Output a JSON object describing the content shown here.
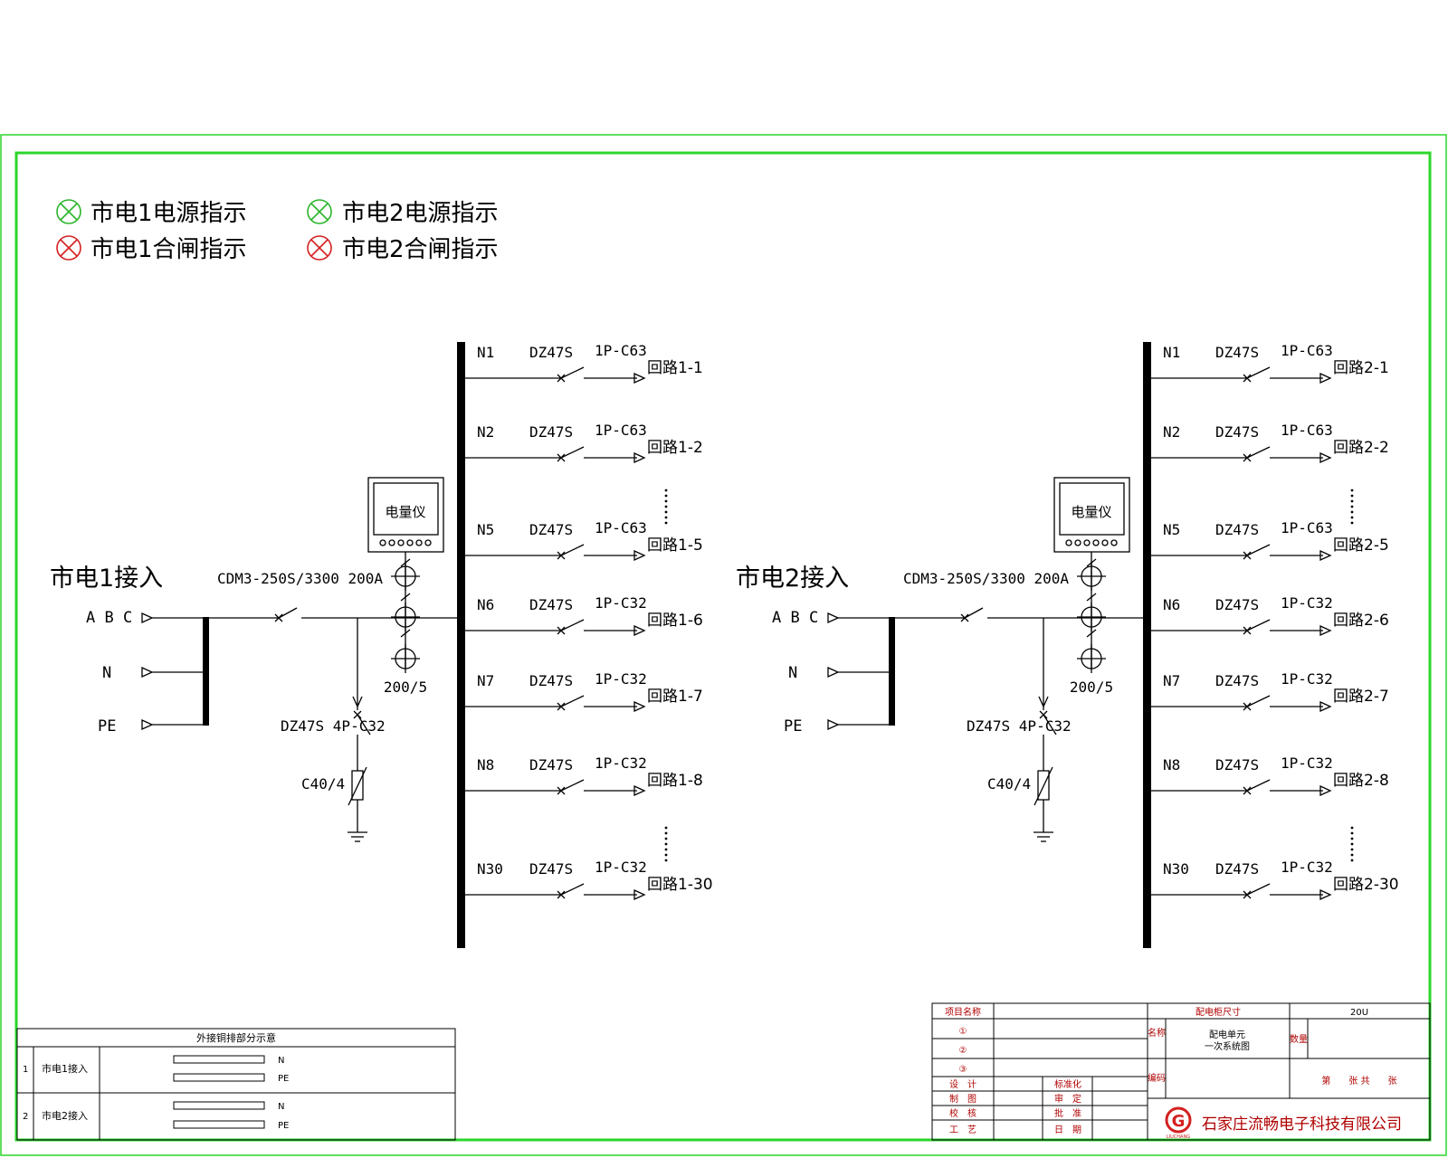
{
  "legend": {
    "power1": "市电1电源指示",
    "power2": "市电2电源指示",
    "close1": "市电1合闸指示",
    "close2": "市电2合闸指示",
    "green": "#2bb52b",
    "red": "#d42020"
  },
  "units": [
    {
      "title": "市电1接入",
      "phases": "A B C",
      "neutral": "N",
      "earth": "PE",
      "main_breaker": "CDM3-250S/3300 200A",
      "ct": "200/5",
      "meter": "电量仪",
      "spd_breaker": "DZ47S 4P-C32",
      "spd": "C40/4",
      "circuits": [
        {
          "n": "N1",
          "model": "DZ47S",
          "rating": "1P-C63",
          "label": "回路1-1"
        },
        {
          "n": "N2",
          "model": "DZ47S",
          "rating": "1P-C63",
          "label": "回路1-2"
        },
        {
          "n": "N5",
          "model": "DZ47S",
          "rating": "1P-C63",
          "label": "回路1-5"
        },
        {
          "n": "N6",
          "model": "DZ47S",
          "rating": "1P-C32",
          "label": "回路1-6"
        },
        {
          "n": "N7",
          "model": "DZ47S",
          "rating": "1P-C32",
          "label": "回路1-7"
        },
        {
          "n": "N8",
          "model": "DZ47S",
          "rating": "1P-C32",
          "label": "回路1-8"
        },
        {
          "n": "N30",
          "model": "DZ47S",
          "rating": "1P-C32",
          "label": "回路1-30"
        }
      ]
    },
    {
      "title": "市电2接入",
      "phases": "A B C",
      "neutral": "N",
      "earth": "PE",
      "main_breaker": "CDM3-250S/3300 200A",
      "ct": "200/5",
      "meter": "电量仪",
      "spd_breaker": "DZ47S 4P-C32",
      "spd": "C40/4",
      "circuits": [
        {
          "n": "N1",
          "model": "DZ47S",
          "rating": "1P-C63",
          "label": "回路2-1"
        },
        {
          "n": "N2",
          "model": "DZ47S",
          "rating": "1P-C63",
          "label": "回路2-2"
        },
        {
          "n": "N5",
          "model": "DZ47S",
          "rating": "1P-C63",
          "label": "回路2-5"
        },
        {
          "n": "N6",
          "model": "DZ47S",
          "rating": "1P-C32",
          "label": "回路2-6"
        },
        {
          "n": "N7",
          "model": "DZ47S",
          "rating": "1P-C32",
          "label": "回路2-7"
        },
        {
          "n": "N8",
          "model": "DZ47S",
          "rating": "1P-C32",
          "label": "回路2-8"
        },
        {
          "n": "N30",
          "model": "DZ47S",
          "rating": "1P-C32",
          "label": "回路2-30"
        }
      ]
    }
  ],
  "busbar_table": {
    "title": "外接铜排部分示意",
    "rows": [
      {
        "idx": "1",
        "name": "市电1接入",
        "bars": [
          "N",
          "PE"
        ]
      },
      {
        "idx": "2",
        "name": "市电2接入",
        "bars": [
          "N",
          "PE"
        ]
      }
    ]
  },
  "title_block": {
    "project_label": "项目名称",
    "items": [
      "①",
      "②",
      "③"
    ],
    "size_label": "配电柜尺寸",
    "size_value": "20U",
    "name_label": "名称",
    "name_value_1": "配电单元",
    "name_value_2": "一次系统图",
    "qty_label": "数量",
    "code_label": "编码",
    "sheet": "第　　张 共　　张",
    "roles_left": [
      "设　计",
      "制　图",
      "校　核",
      "工　艺"
    ],
    "roles_right": [
      "标准化",
      "审　定",
      "批　准",
      "日　期"
    ],
    "company": "石家庄流畅电子科技有限公司",
    "logo_letter": "G",
    "logo_sub": "LIUCHANG",
    "accent": "#b00000",
    "logo_color": "#d42020"
  }
}
